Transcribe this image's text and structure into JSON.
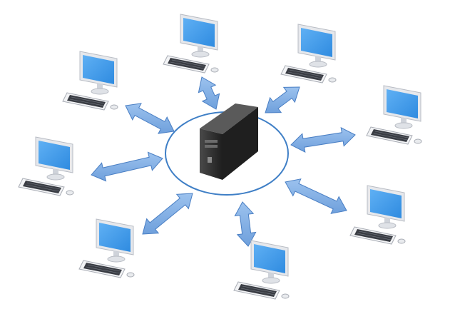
{
  "diagram": {
    "type": "star-network",
    "hub": {
      "kind": "server-tower",
      "icon": "server-icon",
      "ring": true
    },
    "clients": [
      {
        "id": "top",
        "icon": "computer-icon",
        "link": "bidirectional"
      },
      {
        "id": "upper-right",
        "icon": "computer-icon",
        "link": "bidirectional"
      },
      {
        "id": "right",
        "icon": "computer-icon",
        "link": "bidirectional"
      },
      {
        "id": "lower-right",
        "icon": "computer-icon",
        "link": "bidirectional"
      },
      {
        "id": "bottom",
        "icon": "computer-icon",
        "link": "bidirectional"
      },
      {
        "id": "lower-left",
        "icon": "computer-icon",
        "link": "bidirectional"
      },
      {
        "id": "left",
        "icon": "computer-icon",
        "link": "bidirectional"
      },
      {
        "id": "upper-left",
        "icon": "computer-icon",
        "link": "bidirectional"
      }
    ],
    "colors": {
      "arrow": "#6fa0dc",
      "arrow_stroke": "#4a7fc4",
      "ring": "#3f7fc6",
      "screen": "#2f8be0",
      "screen_light": "#5fb0f4",
      "server": "#2b2b2b"
    }
  }
}
